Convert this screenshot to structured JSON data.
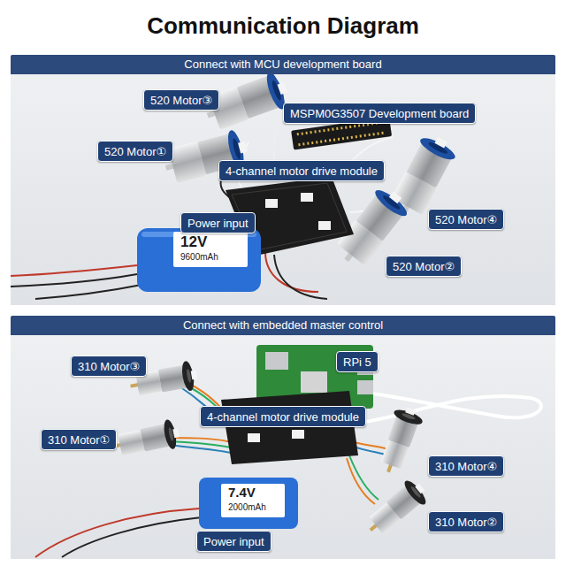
{
  "diagram": {
    "title": "Communication Diagram",
    "nodes": [
      {
        "text": [
          "Connect with MCU development board"
        ]
      },
      {
        "text": [
          "520 Motor③"
        ],
        "in": 0
      },
      {
        "text": [
          "520 Motor①"
        ],
        "in": 0
      },
      {
        "text": [
          "MSPM0G3507 Development board"
        ],
        "in": 0
      },
      {
        "text": [
          "4-channel motor drive module"
        ],
        "in": 0
      },
      {
        "text": [
          "Power input"
        ],
        "in": 0
      },
      {
        "text": [
          "520 Motor④"
        ],
        "in": 0
      },
      {
        "text": [
          "520 Motor②"
        ],
        "in": 0
      },
      {
        "text": [
          "Connect with embedded master control"
        ]
      },
      {
        "text": [
          "310 Motor③"
        ],
        "in": 8
      },
      {
        "text": [
          "RPi 5"
        ],
        "in": 8
      },
      {
        "text": [
          "4-channel motor drive module"
        ],
        "in": 8
      },
      {
        "text": [
          "310 Motor①"
        ],
        "in": 8
      },
      {
        "text": [
          "310 Motor④"
        ],
        "in": 8
      },
      {
        "text": [
          "310 Motor②"
        ],
        "in": 8
      },
      {
        "text": [
          "Power input"
        ],
        "in": 8
      }
    ],
    "labels": [
      "12V",
      "9600mAh",
      "7.4V",
      "2000mAh"
    ]
  }
}
